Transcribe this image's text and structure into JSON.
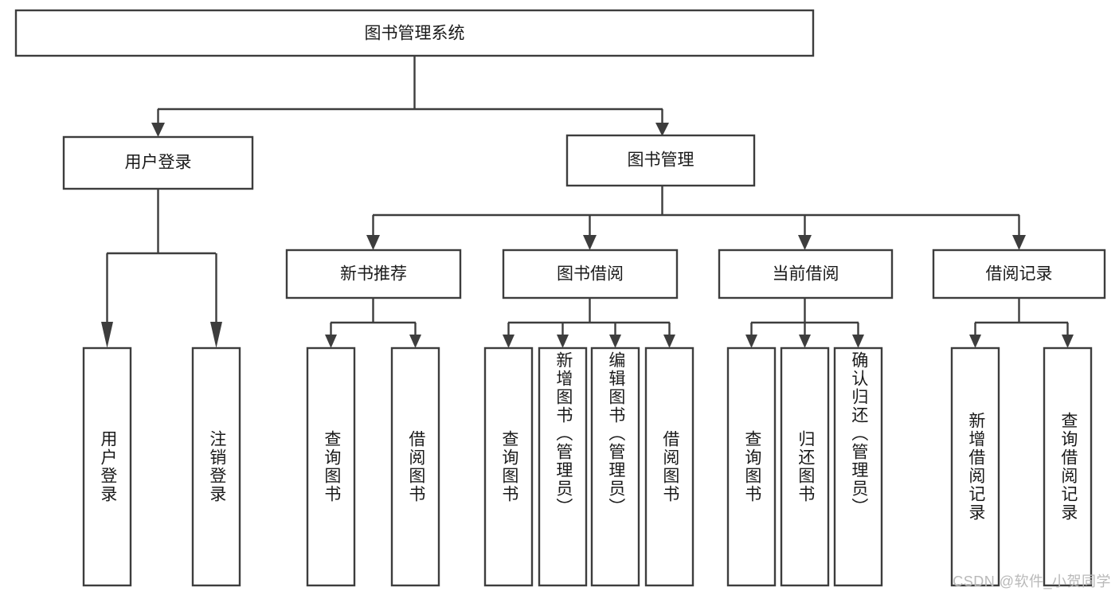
{
  "diagram": {
    "type": "tree-hierarchy",
    "title": "图书管理系统",
    "watermark": "CSDN @软件_小贺同学",
    "colors": {
      "box_stroke": "#3d3d3d",
      "box_fill": "#ffffff",
      "connector": "#3d3d3d",
      "text": "#1a1a1a",
      "background": "#ffffff",
      "watermark": "#b9b9b9"
    },
    "root": {
      "id": "root",
      "label": "图书管理系统"
    },
    "level1": [
      {
        "id": "user-login",
        "label": "用户登录"
      },
      {
        "id": "book-management",
        "label": "图书管理"
      }
    ],
    "level2": [
      {
        "id": "new-book-recommend",
        "label": "新书推荐",
        "parent": "book-management"
      },
      {
        "id": "book-borrow",
        "label": "图书借阅",
        "parent": "book-management"
      },
      {
        "id": "current-borrow",
        "label": "当前借阅",
        "parent": "book-management"
      },
      {
        "id": "borrow-record",
        "label": "借阅记录",
        "parent": "book-management"
      }
    ],
    "leaves": [
      {
        "id": "leaf-user-login",
        "label": "用户登录",
        "parent": "user-login"
      },
      {
        "id": "leaf-logout",
        "label": "注销登录",
        "parent": "user-login"
      },
      {
        "id": "leaf-query-book-1",
        "label": "查询图书",
        "parent": "new-book-recommend"
      },
      {
        "id": "leaf-borrow-book-1",
        "label": "借阅图书",
        "parent": "new-book-recommend"
      },
      {
        "id": "leaf-query-book-2",
        "label": "查询图书",
        "parent": "book-borrow"
      },
      {
        "id": "leaf-add-book",
        "label": "新增图书（管理员）",
        "parent": "book-borrow"
      },
      {
        "id": "leaf-edit-book",
        "label": "编辑图书（管理员）",
        "parent": "book-borrow"
      },
      {
        "id": "leaf-borrow-book-2",
        "label": "借阅图书",
        "parent": "book-borrow"
      },
      {
        "id": "leaf-query-book-3",
        "label": "查询图书",
        "parent": "current-borrow"
      },
      {
        "id": "leaf-return-book",
        "label": "归还图书",
        "parent": "current-borrow"
      },
      {
        "id": "leaf-confirm-return",
        "label": "确认归还（管理员）",
        "parent": "current-borrow"
      },
      {
        "id": "leaf-add-record",
        "label": "新增借阅记录",
        "parent": "borrow-record"
      },
      {
        "id": "leaf-query-record",
        "label": "查询借阅记录",
        "parent": "borrow-record"
      }
    ]
  }
}
